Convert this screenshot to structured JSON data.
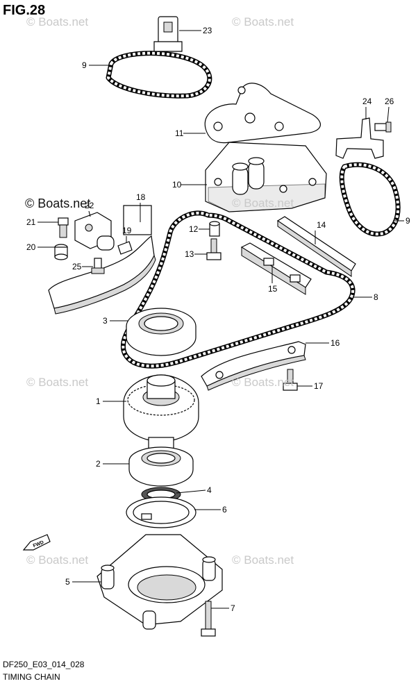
{
  "figure": {
    "title": "FIG.28",
    "code": "DF250_E03_014_028",
    "name": "TIMING CHAIN"
  },
  "watermark": {
    "text": "© Boats.net",
    "prominent_text": "© Boats.net"
  },
  "callouts": [
    "1",
    "2",
    "3",
    "4",
    "5",
    "6",
    "7",
    "8",
    "9",
    "9",
    "10",
    "11",
    "12",
    "13",
    "14",
    "15",
    "16",
    "17",
    "18",
    "19",
    "20",
    "21",
    "22",
    "23",
    "24",
    "25",
    "26"
  ],
  "fwd_label": "FWD"
}
